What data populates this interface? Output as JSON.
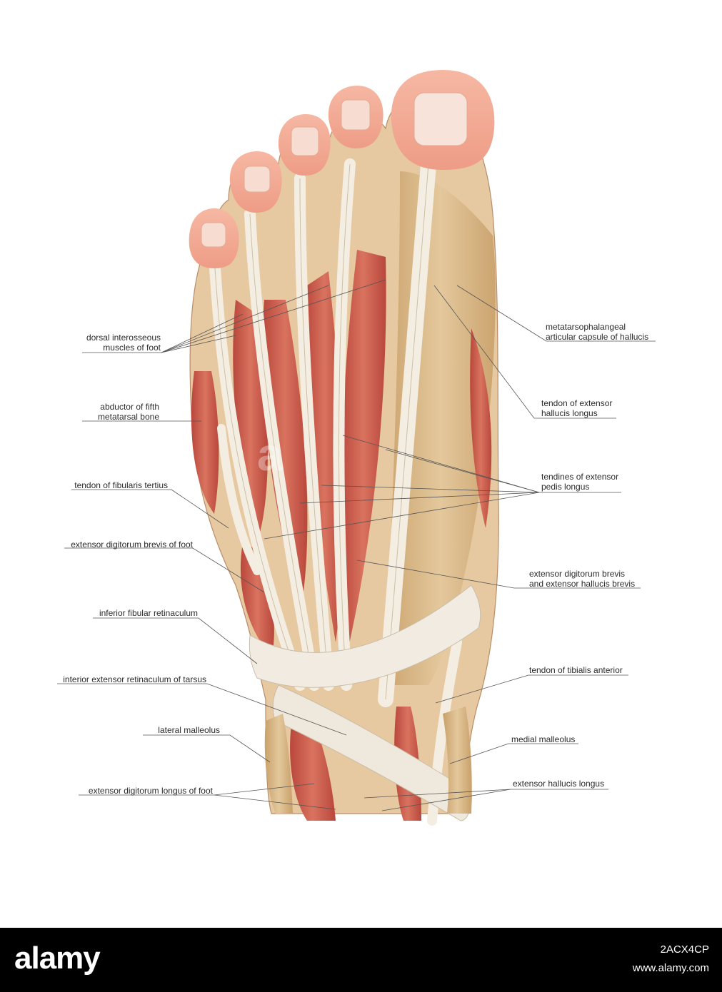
{
  "labels": {
    "dorsal_interosseous": [
      "dorsal interosseous",
      "muscles of foot"
    ],
    "abductor_fifth": [
      "abductor of fifth",
      "metatarsal bone"
    ],
    "fibularis_tertius": [
      "tendon of fibularis tertius"
    ],
    "edb_foot": [
      "extensor digitorum brevis of foot"
    ],
    "inferior_fibular": [
      "inferior fibular retinaculum"
    ],
    "interior_extensor": [
      "interior extensor retinaculum of tarsus"
    ],
    "lateral_malleolus": [
      "lateral malleolus"
    ],
    "edl_foot": [
      "extensor digitorum longus of foot"
    ],
    "mtp_capsule": [
      "metatarsophalangeal",
      "articular capsule of hallucis"
    ],
    "ehl_tendon": [
      "tendon of extensor",
      "hallucis longus"
    ],
    "tendines_epl": [
      "tendines of extensor",
      "pedis longus"
    ],
    "edb_ehb": [
      "extensor digitorum brevis",
      "and extensor hallucis brevis"
    ],
    "tibialis_anterior": [
      "tendon of tibialis anterior"
    ],
    "medial_malleolus": [
      "medial malleolus"
    ],
    "ehl": [
      "extensor hallucis longus"
    ]
  },
  "watermark": "a",
  "footer": {
    "logo": "alamy",
    "image_id": "2ACX4CP",
    "url": "www.alamy.com"
  },
  "colors": {
    "muscle": "#c8584a",
    "tendon": "#f3ece0",
    "bone": "#d8b98a",
    "skin": "#f2a994",
    "nail": "#f6ddd0",
    "leader": "#555555"
  }
}
